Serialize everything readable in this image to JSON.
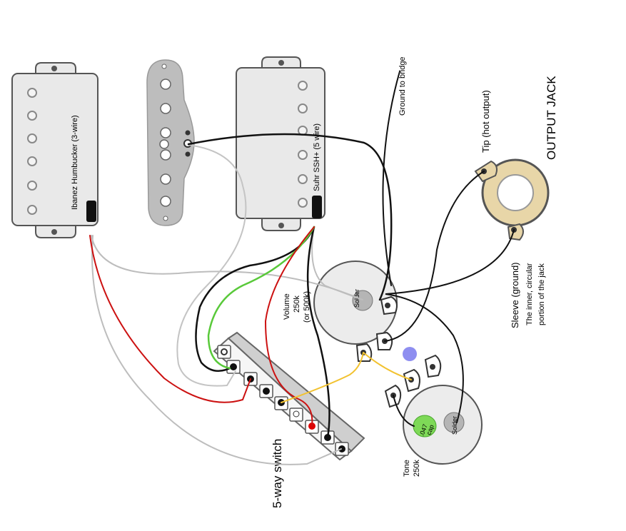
{
  "labels": {
    "humbucker_left": "Ibanez Humbucker (3-wire)",
    "humbucker_right": "Suhr SSH+ (5 wire)",
    "ground_to_bridge": "Ground to bridge",
    "tip": "Tip (hot output)",
    "output_jack": "OUTPUT JACK",
    "sleeve_line1": "Sleeve (ground)",
    "sleeve_line2": "The inner, circular",
    "sleeve_line3": "portion of the jack",
    "volume_line1": "Volume",
    "volume_line2": "250k",
    "volume_line3": "(or 500k)",
    "solder_volume": "Solder",
    "solder_tone": "Solder",
    "cap_line1": ".047",
    "cap_line2": "cap",
    "tone_line1": "Tone",
    "tone_line2": "250k",
    "switch": "5-way switch"
  },
  "colors": {
    "pickup_fill": "#e9e9e9",
    "pickup_stroke": "#555555",
    "pot_fill": "#ececec",
    "jack_ring": "#e8d6a8",
    "wire_black": "#111111",
    "wire_red": "#cc1111",
    "wire_white": "#bdbdbd",
    "wire_green": "#59c93a",
    "wire_yellow": "#f2c230",
    "cap_green": "#7ed957",
    "blue_dot": "#8e8ef0"
  }
}
